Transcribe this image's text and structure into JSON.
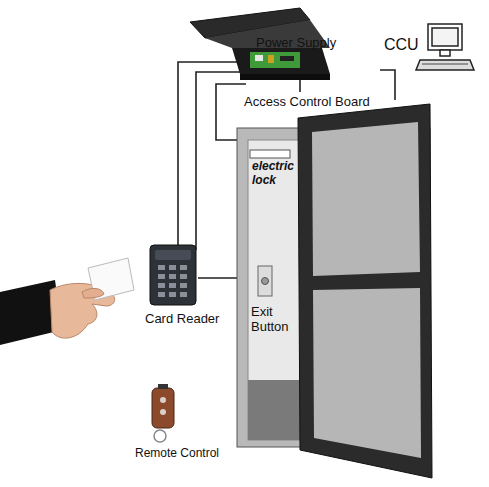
{
  "diagram": {
    "labels": [
      "Power Supply",
      "CCU",
      "Access Control Board",
      "electric lock",
      "Card Reader",
      "Exit Button",
      "Remote Control"
    ]
  }
}
